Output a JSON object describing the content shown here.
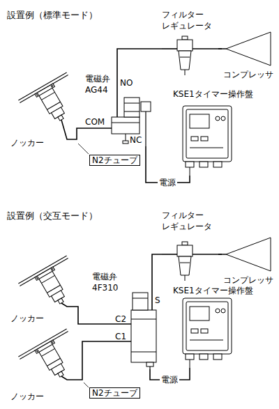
{
  "diagram": {
    "nodes": [
      {
        "text": [
          "ノッカー"
        ]
      },
      {
        "text": [
          "電磁弁",
          "AG44"
        ]
      },
      {
        "text": [
          "フィルター レギュレータ"
        ]
      },
      {
        "text": [
          "コンプレッサ"
        ]
      },
      {
        "text": [
          "KSE1タイマー操作盤"
        ]
      },
      {
        "text": [
          "ノッカー"
        ]
      },
      {
        "text": [
          "ノッカー"
        ]
      },
      {
        "text": [
          "電磁弁",
          "4F310"
        ]
      },
      {
        "text": [
          "フィルター レギュレータ"
        ]
      },
      {
        "text": [
          "コンプレッサ"
        ]
      },
      {
        "text": [
          "KSE1タイマー操作盤"
        ]
      }
    ],
    "edges": [
      {
        "from": 0,
        "to": 1,
        "arrow": "none",
        "label": "N2チューブ"
      },
      {
        "from": 1,
        "to": 2,
        "arrow": "none"
      },
      {
        "from": 2,
        "to": 3,
        "arrow": "none"
      },
      {
        "from": 1,
        "to": 4,
        "arrow": "none",
        "label": "電源"
      },
      {
        "from": 5,
        "to": 7,
        "arrow": "none"
      },
      {
        "from": 6,
        "to": 7,
        "arrow": "none",
        "label": "N2チューブ"
      },
      {
        "from": 7,
        "to": 8,
        "arrow": "none"
      },
      {
        "from": 8,
        "to": 9,
        "arrow": "none"
      },
      {
        "from": 7,
        "to": 10,
        "arrow": "none",
        "label": "電源"
      }
    ],
    "labels": [
      "設置例（標準モード）",
      "NO",
      "COM",
      "NC",
      "設置例（交互モード）",
      "C2",
      "C1",
      "S"
    ]
  }
}
